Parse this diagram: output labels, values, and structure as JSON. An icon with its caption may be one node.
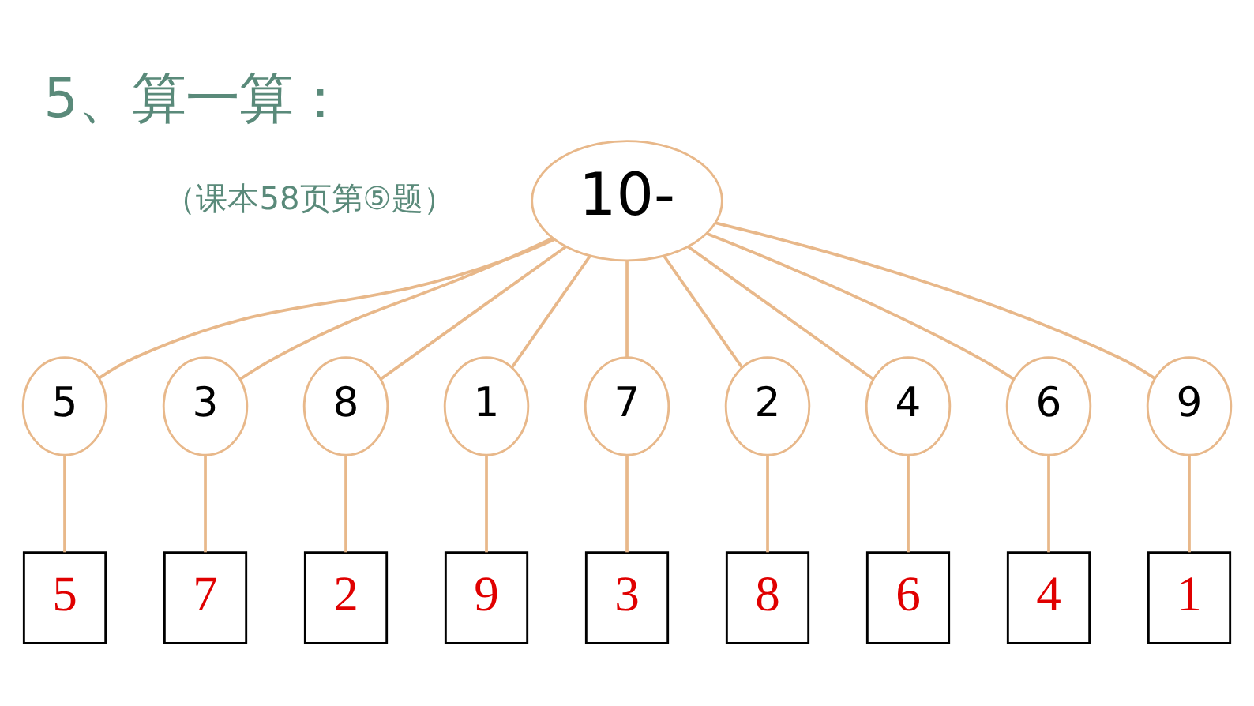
{
  "diagram": {
    "title": "5、算一算：",
    "nodes": [
      {
        "text": [
          "10-"
        ]
      },
      {
        "text": [
          "5"
        ]
      },
      {
        "text": [
          "3"
        ]
      },
      {
        "text": [
          "8"
        ]
      },
      {
        "text": [
          "1"
        ]
      },
      {
        "text": [
          "7"
        ]
      },
      {
        "text": [
          "2"
        ]
      },
      {
        "text": [
          "4"
        ]
      },
      {
        "text": [
          "6"
        ]
      },
      {
        "text": [
          "9"
        ]
      },
      {
        "text": [
          "5"
        ]
      },
      {
        "text": [
          "7"
        ]
      },
      {
        "text": [
          "2"
        ]
      },
      {
        "text": [
          "9"
        ]
      },
      {
        "text": [
          "3"
        ]
      },
      {
        "text": [
          "8"
        ]
      },
      {
        "text": [
          "6"
        ]
      },
      {
        "text": [
          "4"
        ]
      },
      {
        "text": [
          "1"
        ]
      }
    ],
    "edges": [
      {
        "from": 0,
        "to": 1,
        "arrow": "none"
      },
      {
        "from": 0,
        "to": 2,
        "arrow": "none"
      },
      {
        "from": 0,
        "to": 3,
        "arrow": "none"
      },
      {
        "from": 0,
        "to": 4,
        "arrow": "none"
      },
      {
        "from": 0,
        "to": 5,
        "arrow": "none"
      },
      {
        "from": 0,
        "to": 6,
        "arrow": "none"
      },
      {
        "from": 0,
        "to": 7,
        "arrow": "none"
      },
      {
        "from": 0,
        "to": 8,
        "arrow": "none"
      },
      {
        "from": 0,
        "to": 9,
        "arrow": "none"
      },
      {
        "from": 1,
        "to": 10,
        "arrow": "none"
      },
      {
        "from": 2,
        "to": 11,
        "arrow": "none"
      },
      {
        "from": 3,
        "to": 12,
        "arrow": "none"
      },
      {
        "from": 4,
        "to": 13,
        "arrow": "none"
      },
      {
        "from": 5,
        "to": 14,
        "arrow": "none"
      },
      {
        "from": 6,
        "to": 15,
        "arrow": "none"
      },
      {
        "from": 7,
        "to": 16,
        "arrow": "none"
      },
      {
        "from": 8,
        "to": 17,
        "arrow": "none"
      },
      {
        "from": 9,
        "to": 18,
        "arrow": "none"
      }
    ],
    "labels": [
      "（课本58页第⑤题）"
    ]
  }
}
